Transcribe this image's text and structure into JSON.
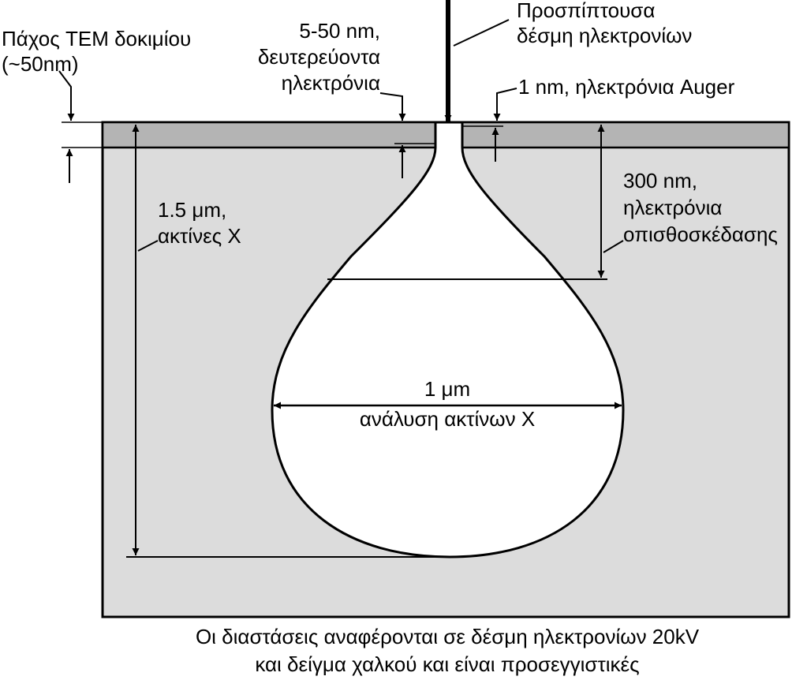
{
  "labels": {
    "tem_thickness_line1": "Πάχος TEM δοκιμίου",
    "tem_thickness_line2": "(~50nm)",
    "secondary_line1": "5-50 nm,",
    "secondary_line2": "δευτερεύοντα",
    "secondary_line3": "ηλεκτρόνια",
    "incident_line1": "Προσπίπτουσα",
    "incident_line2": "δέσμη ηλεκτρονίων",
    "auger": "1 nm, ηλεκτρόνια Auger",
    "backscatter_line1": "300 nm,",
    "backscatter_line2": "ηλεκτρόνια",
    "backscatter_line3": "οπισθοσκέδασης",
    "xray_depth_line1": "1.5 μm,",
    "xray_depth_line2": "ακτίνες X",
    "resolution_line1": "1 μm",
    "resolution_line2": "ανάλυση ακτίνων X"
  },
  "caption": {
    "line1": "Οι διαστάσεις αναφέρονται σε δέσμη ηλεκτρονίων 20kV",
    "line2": "και δείγμα χαλκού και είναι προσεγγιστικές"
  },
  "colors": {
    "sample_fill": "#dcdcdc",
    "surface_layer_fill": "#b4b4b4",
    "volume_fill": "#ffffff",
    "stroke": "#000000"
  }
}
